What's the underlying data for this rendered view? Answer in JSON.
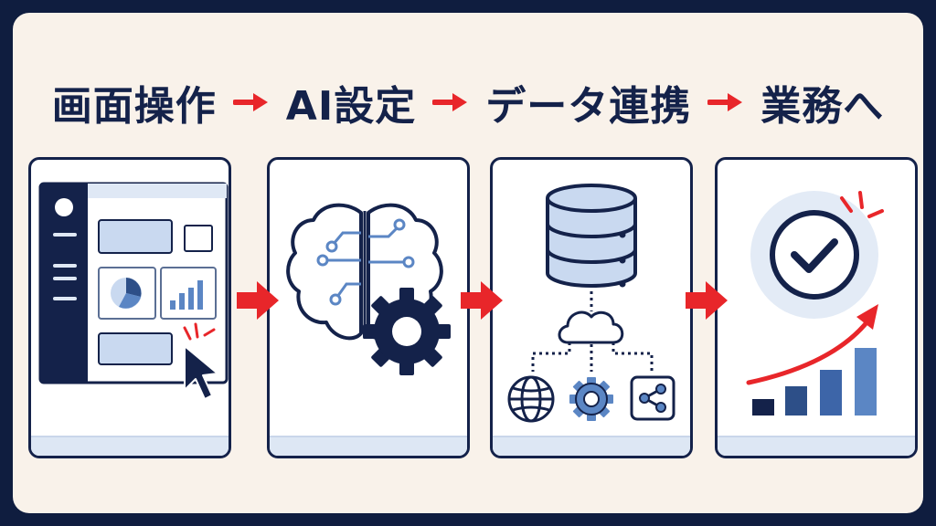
{
  "headline": {
    "steps": [
      "画面操作",
      "AI設定",
      "データ連携",
      "業務へ"
    ]
  },
  "cards": [
    {
      "icon": "dashboard-screen-icon"
    },
    {
      "icon": "ai-brain-gear-icon"
    },
    {
      "icon": "database-cloud-network-icon"
    },
    {
      "icon": "growth-check-chart-icon"
    }
  ],
  "colors": {
    "navy": "#14224a",
    "accent_red": "#e8262a",
    "light_blue": "#c9d9f0",
    "mid_blue": "#5b86c4",
    "background": "#f9f2ea"
  }
}
